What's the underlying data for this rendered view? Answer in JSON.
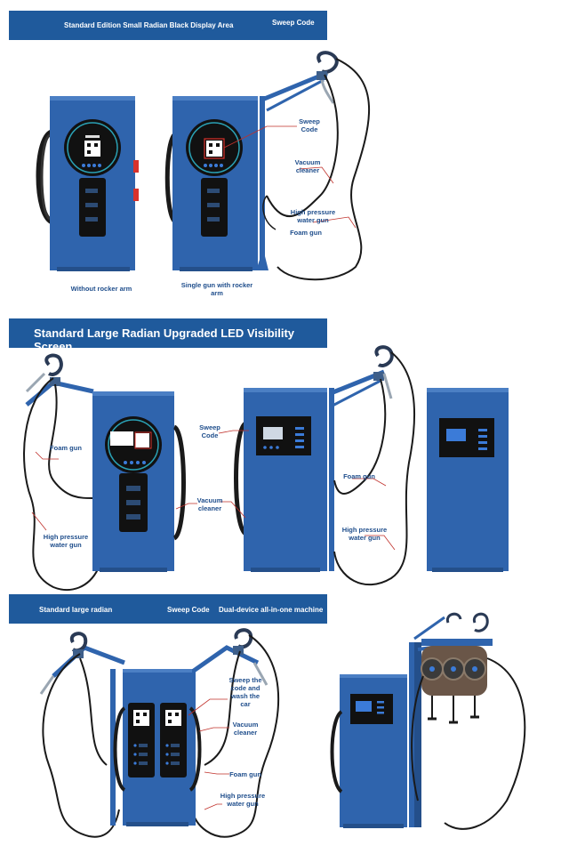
{
  "section1": {
    "banner_title": "Standard Edition Small Radian Black Display Area",
    "banner_right": "Sweep Code",
    "label_without_rocker": "Without rocker arm",
    "label_single_gun": "Single gun with rocker\narm",
    "label_sweep_code": "Sweep\nCode",
    "label_vacuum": "Vacuum\ncleaner",
    "label_high_pressure": "High pressure\nwater gun",
    "label_foam": "Foam gun"
  },
  "section2": {
    "banner_title": "Standard Large Radian Upgraded LED Visibility Screen",
    "label_foam_left": "Foam gun",
    "label_high_pressure_left": "High pressure\nwater gun",
    "label_sweep_code": "Sweep\nCode",
    "label_vacuum": "Vacuum\ncleaner",
    "label_foam_right": "Foam gun",
    "label_high_pressure_right": "High pressure\nwater gun"
  },
  "section3": {
    "banner_left": "Standard large radian",
    "banner_mid": "Sweep Code",
    "banner_right": "Dual-device all-in-one machine",
    "label_sweep_wash": "Sweep the\ncode and\nwash the\ncar",
    "label_vacuum": "Vacuum\ncleaner",
    "label_foam": "Foam gun",
    "label_high_pressure": "High pressure\nwater gun"
  },
  "colors": {
    "cabinet_blue": "#2f64ad",
    "banner_blue": "#1f5a9c",
    "label_blue": "#1f4e8c",
    "leader_red": "#c0302a",
    "accent_red": "#d8322b"
  }
}
